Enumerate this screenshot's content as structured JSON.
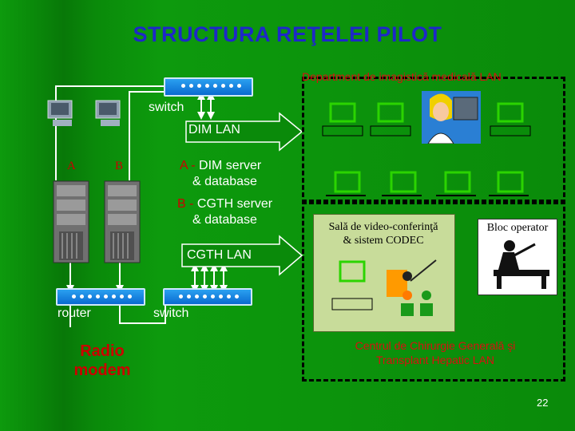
{
  "title": "STRUCTURA REŢELEI PILOT",
  "labels": {
    "dept": "Department de imagistică medicală LAN",
    "switch_top": "switch",
    "dim_lan": "DIM LAN",
    "cgth_lan": "CGTH LAN",
    "server_a": "A",
    "server_b": "B",
    "desc_a_letter": "A",
    "desc_a_dash": " - ",
    "desc_a_text1": "DIM server",
    "desc_a_text2": "& database",
    "desc_b_letter": "B",
    "desc_b_dash": " - ",
    "desc_b_text1": "CGTH server",
    "desc_b_text2": "& database",
    "router": "router",
    "switch_bottom": "switch",
    "radio_line1": "Radio",
    "radio_line2": "modem",
    "video_line1": "Sală de video-conferinţă",
    "video_line2": "& sistem CODEC",
    "bloc": "Bloc operator",
    "center_line1": "Centrul de Chirurgie Generală şi",
    "center_line2": "Transplant Hepatic LAN",
    "page": "22"
  },
  "colors": {
    "background": "#0a8a0a",
    "title": "#1e28c8",
    "red": "#cc0000",
    "switch": "#1a88e0",
    "monitor": "#2bd400"
  }
}
